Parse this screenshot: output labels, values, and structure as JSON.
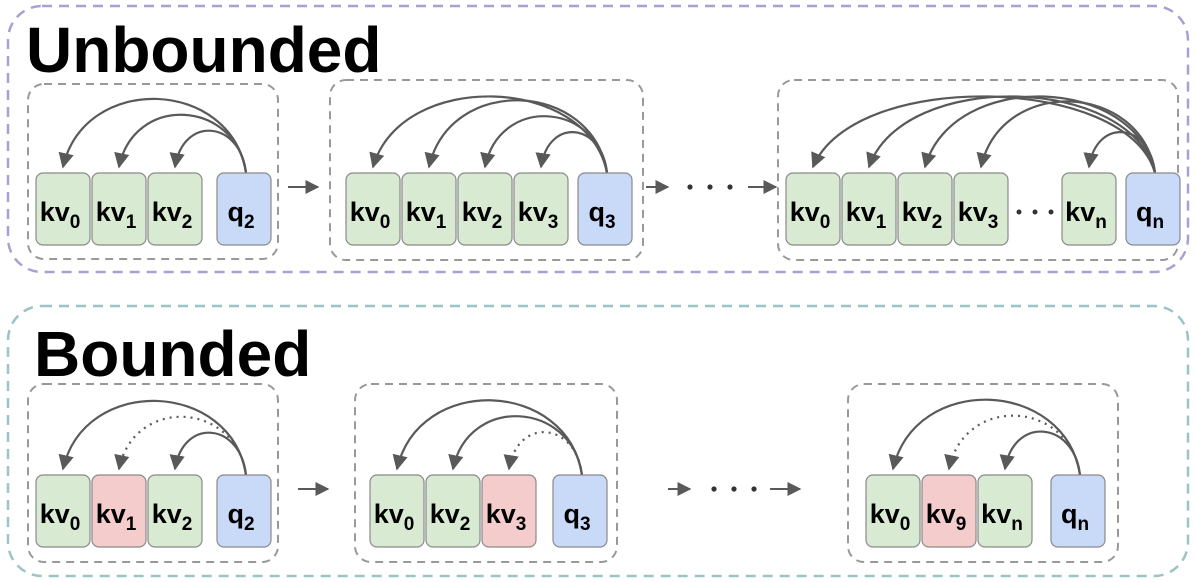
{
  "sections": [
    {
      "title": "Unbounded",
      "border_color": "#a9a0d2",
      "groups": [
        {
          "tokens": [
            {
              "base": "kv",
              "sub": "0",
              "kind": "green"
            },
            {
              "base": "kv",
              "sub": "1",
              "kind": "green"
            },
            {
              "base": "kv",
              "sub": "2",
              "kind": "green"
            },
            {
              "base": "q",
              "sub": "2",
              "kind": "blue"
            }
          ],
          "gap_ellipsis": false,
          "arcs": [
            {
              "to": 0,
              "style": "solid"
            },
            {
              "to": 1,
              "style": "solid"
            },
            {
              "to": 2,
              "style": "solid"
            }
          ]
        },
        {
          "tokens": [
            {
              "base": "kv",
              "sub": "0",
              "kind": "green"
            },
            {
              "base": "kv",
              "sub": "1",
              "kind": "green"
            },
            {
              "base": "kv",
              "sub": "2",
              "kind": "green"
            },
            {
              "base": "kv",
              "sub": "3",
              "kind": "green"
            },
            {
              "base": "q",
              "sub": "3",
              "kind": "blue"
            }
          ],
          "gap_ellipsis": false,
          "arcs": [
            {
              "to": 0,
              "style": "solid"
            },
            {
              "to": 1,
              "style": "solid"
            },
            {
              "to": 2,
              "style": "solid"
            },
            {
              "to": 3,
              "style": "solid"
            }
          ]
        },
        {
          "tokens": [
            {
              "base": "kv",
              "sub": "0",
              "kind": "green"
            },
            {
              "base": "kv",
              "sub": "1",
              "kind": "green"
            },
            {
              "base": "kv",
              "sub": "2",
              "kind": "green"
            },
            {
              "base": "kv",
              "sub": "3",
              "kind": "green"
            },
            {
              "base": "kv",
              "sub": "n",
              "kind": "green"
            },
            {
              "base": "q",
              "sub": "n",
              "kind": "blue"
            }
          ],
          "gap_ellipsis": true,
          "arcs": [
            {
              "to": 0,
              "style": "solid"
            },
            {
              "to": 1,
              "style": "solid"
            },
            {
              "to": 2,
              "style": "solid"
            },
            {
              "to": 3,
              "style": "solid"
            },
            {
              "to": 4,
              "style": "solid"
            }
          ]
        }
      ]
    },
    {
      "title": "Bounded",
      "border_color": "#9cc4c4",
      "groups": [
        {
          "tokens": [
            {
              "base": "kv",
              "sub": "0",
              "kind": "green"
            },
            {
              "base": "kv",
              "sub": "1",
              "kind": "red"
            },
            {
              "base": "kv",
              "sub": "2",
              "kind": "green"
            },
            {
              "base": "q",
              "sub": "2",
              "kind": "blue"
            }
          ],
          "gap_ellipsis": false,
          "arcs": [
            {
              "to": 0,
              "style": "solid"
            },
            {
              "to": 1,
              "style": "dotted"
            },
            {
              "to": 2,
              "style": "solid"
            }
          ]
        },
        {
          "tokens": [
            {
              "base": "kv",
              "sub": "0",
              "kind": "green"
            },
            {
              "base": "kv",
              "sub": "2",
              "kind": "green"
            },
            {
              "base": "kv",
              "sub": "3",
              "kind": "red"
            },
            {
              "base": "q",
              "sub": "3",
              "kind": "blue"
            }
          ],
          "gap_ellipsis": false,
          "arcs": [
            {
              "to": 0,
              "style": "solid"
            },
            {
              "to": 1,
              "style": "solid"
            },
            {
              "to": 2,
              "style": "dotted"
            }
          ]
        },
        {
          "tokens": [
            {
              "base": "kv",
              "sub": "0",
              "kind": "green"
            },
            {
              "base": "kv",
              "sub": "9",
              "kind": "red"
            },
            {
              "base": "kv",
              "sub": "n",
              "kind": "green"
            },
            {
              "base": "q",
              "sub": "n",
              "kind": "blue"
            }
          ],
          "gap_ellipsis": false,
          "arcs": [
            {
              "to": 0,
              "style": "solid"
            },
            {
              "to": 1,
              "style": "dotted"
            },
            {
              "to": 2,
              "style": "solid"
            }
          ]
        }
      ]
    }
  ],
  "colors": {
    "green_fill": "#d9ead3",
    "red_fill": "#f4cccc",
    "blue_fill": "#c9daf8",
    "token_stroke": "#8a8a8a",
    "group_border": "#999999",
    "arc": "#595959"
  }
}
